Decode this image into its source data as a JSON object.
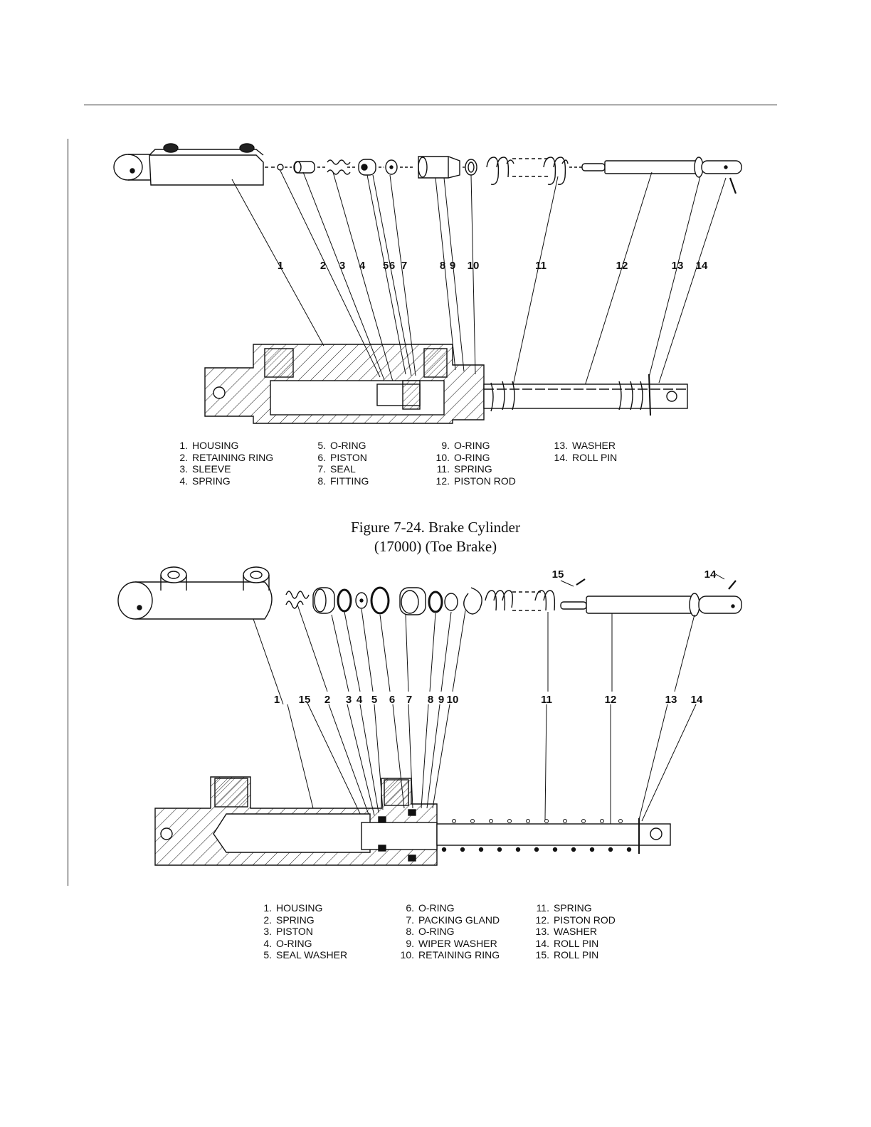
{
  "figure1": {
    "callouts": [
      "1",
      "2",
      "3",
      "4",
      "5",
      "6",
      "7",
      "8",
      "9",
      "10",
      "11",
      "12",
      "13",
      "14"
    ],
    "legend": [
      [
        {
          "n": "1.",
          "t": "HOUSING"
        },
        {
          "n": "2.",
          "t": "RETAINING RING"
        },
        {
          "n": "3.",
          "t": "SLEEVE"
        },
        {
          "n": "4.",
          "t": "SPRING"
        }
      ],
      [
        {
          "n": "5.",
          "t": "O-RING"
        },
        {
          "n": "6.",
          "t": "PISTON"
        },
        {
          "n": "7.",
          "t": "SEAL"
        },
        {
          "n": "8.",
          "t": "FITTING"
        }
      ],
      [
        {
          "n": "9.",
          "t": "O-RING"
        },
        {
          "n": "10.",
          "t": "O-RING"
        },
        {
          "n": "11.",
          "t": "SPRING"
        },
        {
          "n": "12.",
          "t": "PISTON ROD"
        }
      ],
      [
        {
          "n": "13.",
          "t": "WASHER"
        },
        {
          "n": "14.",
          "t": "ROLL PIN"
        }
      ]
    ],
    "caption_line1": "Figure 7-24.  Brake Cylinder",
    "caption_line2": "(17000) (Toe Brake)"
  },
  "figure2": {
    "callouts": [
      "1",
      "15",
      "2",
      "3",
      "4",
      "5",
      "6",
      "7",
      "8",
      "9",
      "10",
      "11",
      "12",
      "13",
      "14"
    ],
    "callouts_top": [
      "15",
      "14"
    ],
    "legend": [
      [
        {
          "n": "1.",
          "t": "HOUSING"
        },
        {
          "n": "2.",
          "t": "SPRING"
        },
        {
          "n": "3.",
          "t": "PISTON"
        },
        {
          "n": "4.",
          "t": "O-RING"
        },
        {
          "n": "5.",
          "t": "SEAL WASHER"
        }
      ],
      [
        {
          "n": "6.",
          "t": "O-RING"
        },
        {
          "n": "7.",
          "t": "PACKING GLAND"
        },
        {
          "n": "8.",
          "t": "O-RING"
        },
        {
          "n": "9.",
          "t": "WIPER WASHER"
        },
        {
          "n": "10.",
          "t": "RETAINING RING"
        }
      ],
      [
        {
          "n": "11.",
          "t": "SPRING"
        },
        {
          "n": "12.",
          "t": "PISTON ROD"
        },
        {
          "n": "13.",
          "t": "WASHER"
        },
        {
          "n": "14.",
          "t": "ROLL PIN"
        },
        {
          "n": "15.",
          "t": "ROLL PIN"
        }
      ]
    ]
  }
}
